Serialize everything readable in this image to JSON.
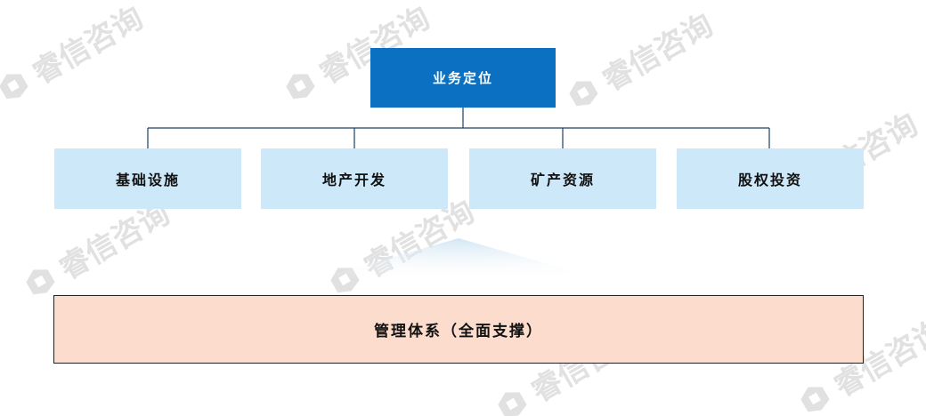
{
  "diagram": {
    "root": {
      "label": "业务定位"
    },
    "children": [
      {
        "label": "基础设施"
      },
      {
        "label": "地产开发"
      },
      {
        "label": "矿产资源"
      },
      {
        "label": "股权投资"
      }
    ],
    "support": {
      "label": "管理体系（全面支撑）"
    }
  },
  "watermark": {
    "text": "睿信咨询"
  },
  "colors": {
    "root_fill": "#0b6fc2",
    "child_fill": "#cde8f8",
    "support_fill": "#fcdccc",
    "connector": "#1c3f66",
    "watermark": "#c9c9c9"
  }
}
